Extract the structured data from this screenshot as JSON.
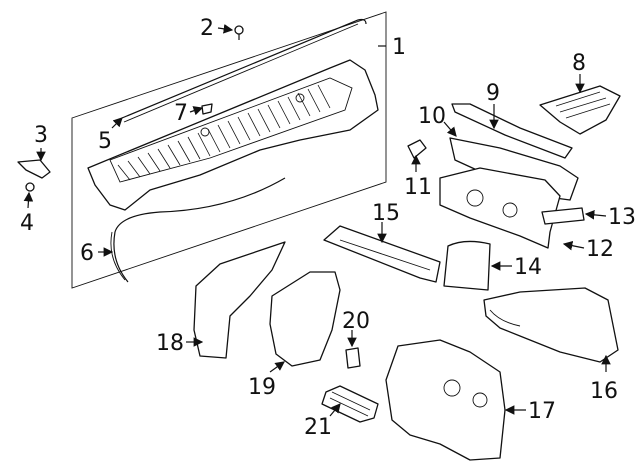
{
  "diagram": {
    "callouts": [
      "1",
      "2",
      "3",
      "4",
      "5",
      "6",
      "7",
      "8",
      "9",
      "10",
      "11",
      "12",
      "13",
      "14",
      "15",
      "16",
      "17",
      "18",
      "19",
      "20",
      "21"
    ]
  },
  "colors": {
    "line": "#111111",
    "background": "#ffffff"
  }
}
